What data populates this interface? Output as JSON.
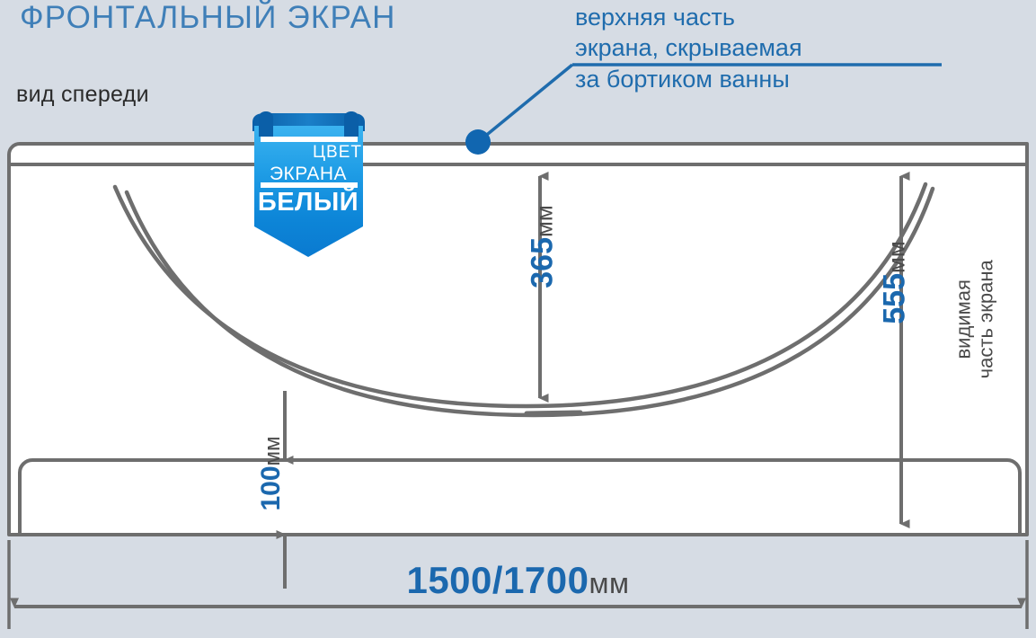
{
  "page": {
    "title": "ФРОНТАЛЬНЫЙ ЭКРАН",
    "subtitle": "вид спереди",
    "background_color": "#d6dce4",
    "accent_blue": "#1b68ae",
    "title_blue": "#3f7fb8",
    "line_gray": "#6e6e6e"
  },
  "callout": {
    "line1": "верхняя часть",
    "line2": "экрана, скрываемая",
    "line3": "за бортиком ванны"
  },
  "ribbon": {
    "line1": "ЦВЕТ",
    "line2": "ЭКРАНА",
    "line3": "БЕЛЫЙ",
    "color_top": "#2aa3e8",
    "color_bottom": "#0a7fd4"
  },
  "dimensions": {
    "height_hidden": {
      "value": "365",
      "unit": "мм"
    },
    "height_visible": {
      "value": "555",
      "unit": "мм"
    },
    "plinth": {
      "value": "100",
      "unit": "мм"
    },
    "width": {
      "value": "1500/1700",
      "unit": "мм"
    }
  },
  "labels": {
    "visible_part_line1": "видимая",
    "visible_part_line2": "часть экрана"
  }
}
